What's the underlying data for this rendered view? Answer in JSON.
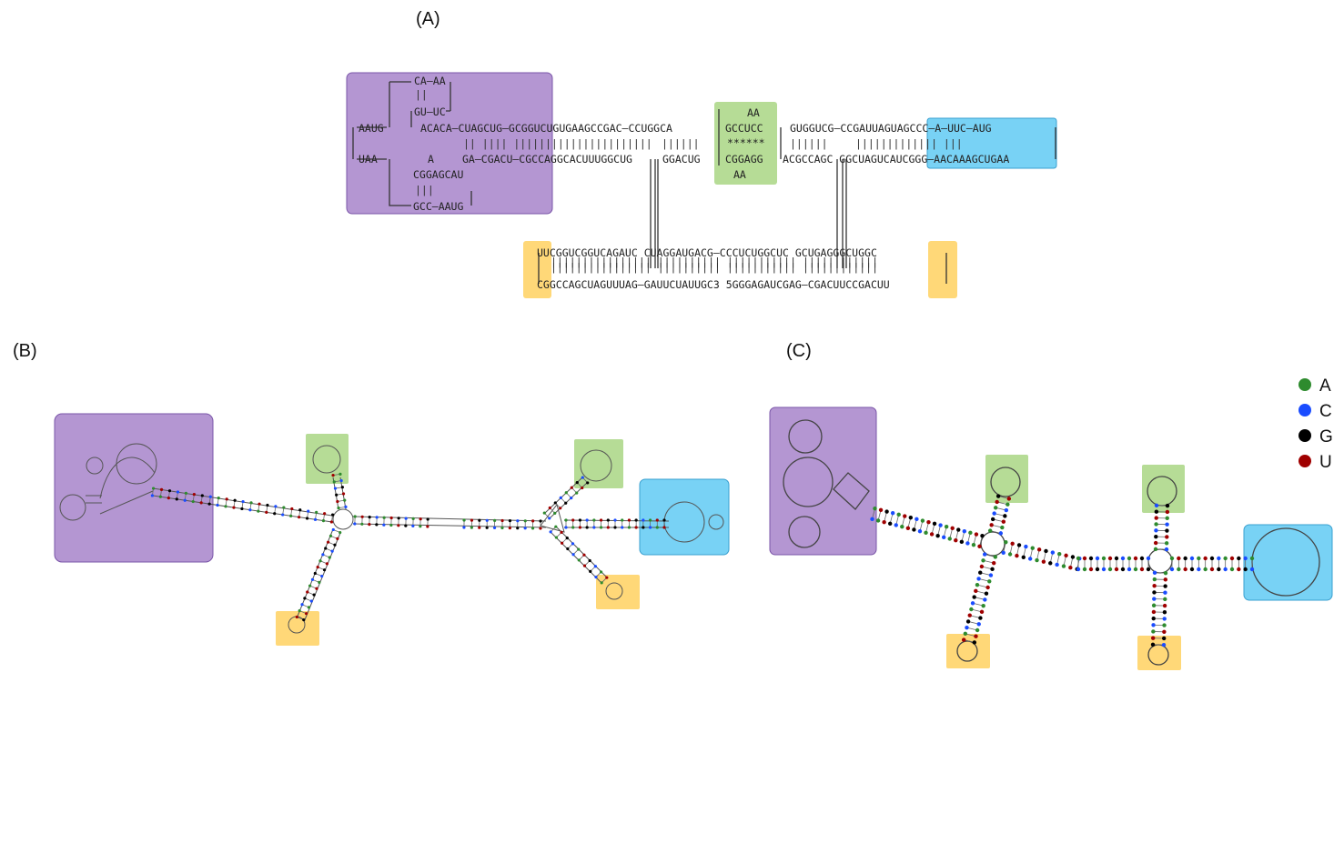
{
  "panels": {
    "a_label": "(A)",
    "b_label": "(B)",
    "c_label": "(C)"
  },
  "panel_a_sequences": {
    "top_loop_1": "CA—AA",
    "top_loop_2": "GU—UC",
    "aaug": "AAUG",
    "uaa": "UAA",
    "upper_main": "ACACA—CUAGCUG—GCGGUCUGUGAAGCCGAC—CCUGGCA",
    "a_single": "A",
    "lower_main": "GA—CGACU—CGCCAGGCACUUUGGCUG",
    "cggagcau": "CGGAGCAU",
    "gcc_aaug": "GCC—AAUG",
    "green_aa_top": "AA",
    "green_gccucc": "GCCUCC",
    "green_stars": "******",
    "green_cggagg": "CGGAGG",
    "green_aa_bottom": "AA",
    "ggacug": "GGACUG",
    "right_upper": "GUGGUCG—CCGAUUAGUAGCCC—A—UUC—AUG",
    "right_lower": "ACGCCAGC  GGCUAGUCAUCGGG—AACAAAGCUGAA",
    "bottom_upper": "UUCGGUCGGUCAGAUC  CUAGGAUGACG—CCCUCUGGCUC  GCUGAGGGCUGGC",
    "bottom_lower": "CGGCCAGCUAGUUUAG—GAUUCUAUUGC3  5GGGAGAUCGAG—CGACUUCCGACUU"
  },
  "legend": [
    {
      "label": "A",
      "color": "#2e8b2e"
    },
    {
      "label": "C",
      "color": "#1a4cff"
    },
    {
      "label": "G",
      "color": "#000000"
    },
    {
      "label": "U",
      "color": "#a00000"
    }
  ],
  "highlight_colors": {
    "purple": "#b496d2",
    "green": "#b6dc96",
    "blue": "#78d2f5",
    "yellow": "#ffd878"
  }
}
